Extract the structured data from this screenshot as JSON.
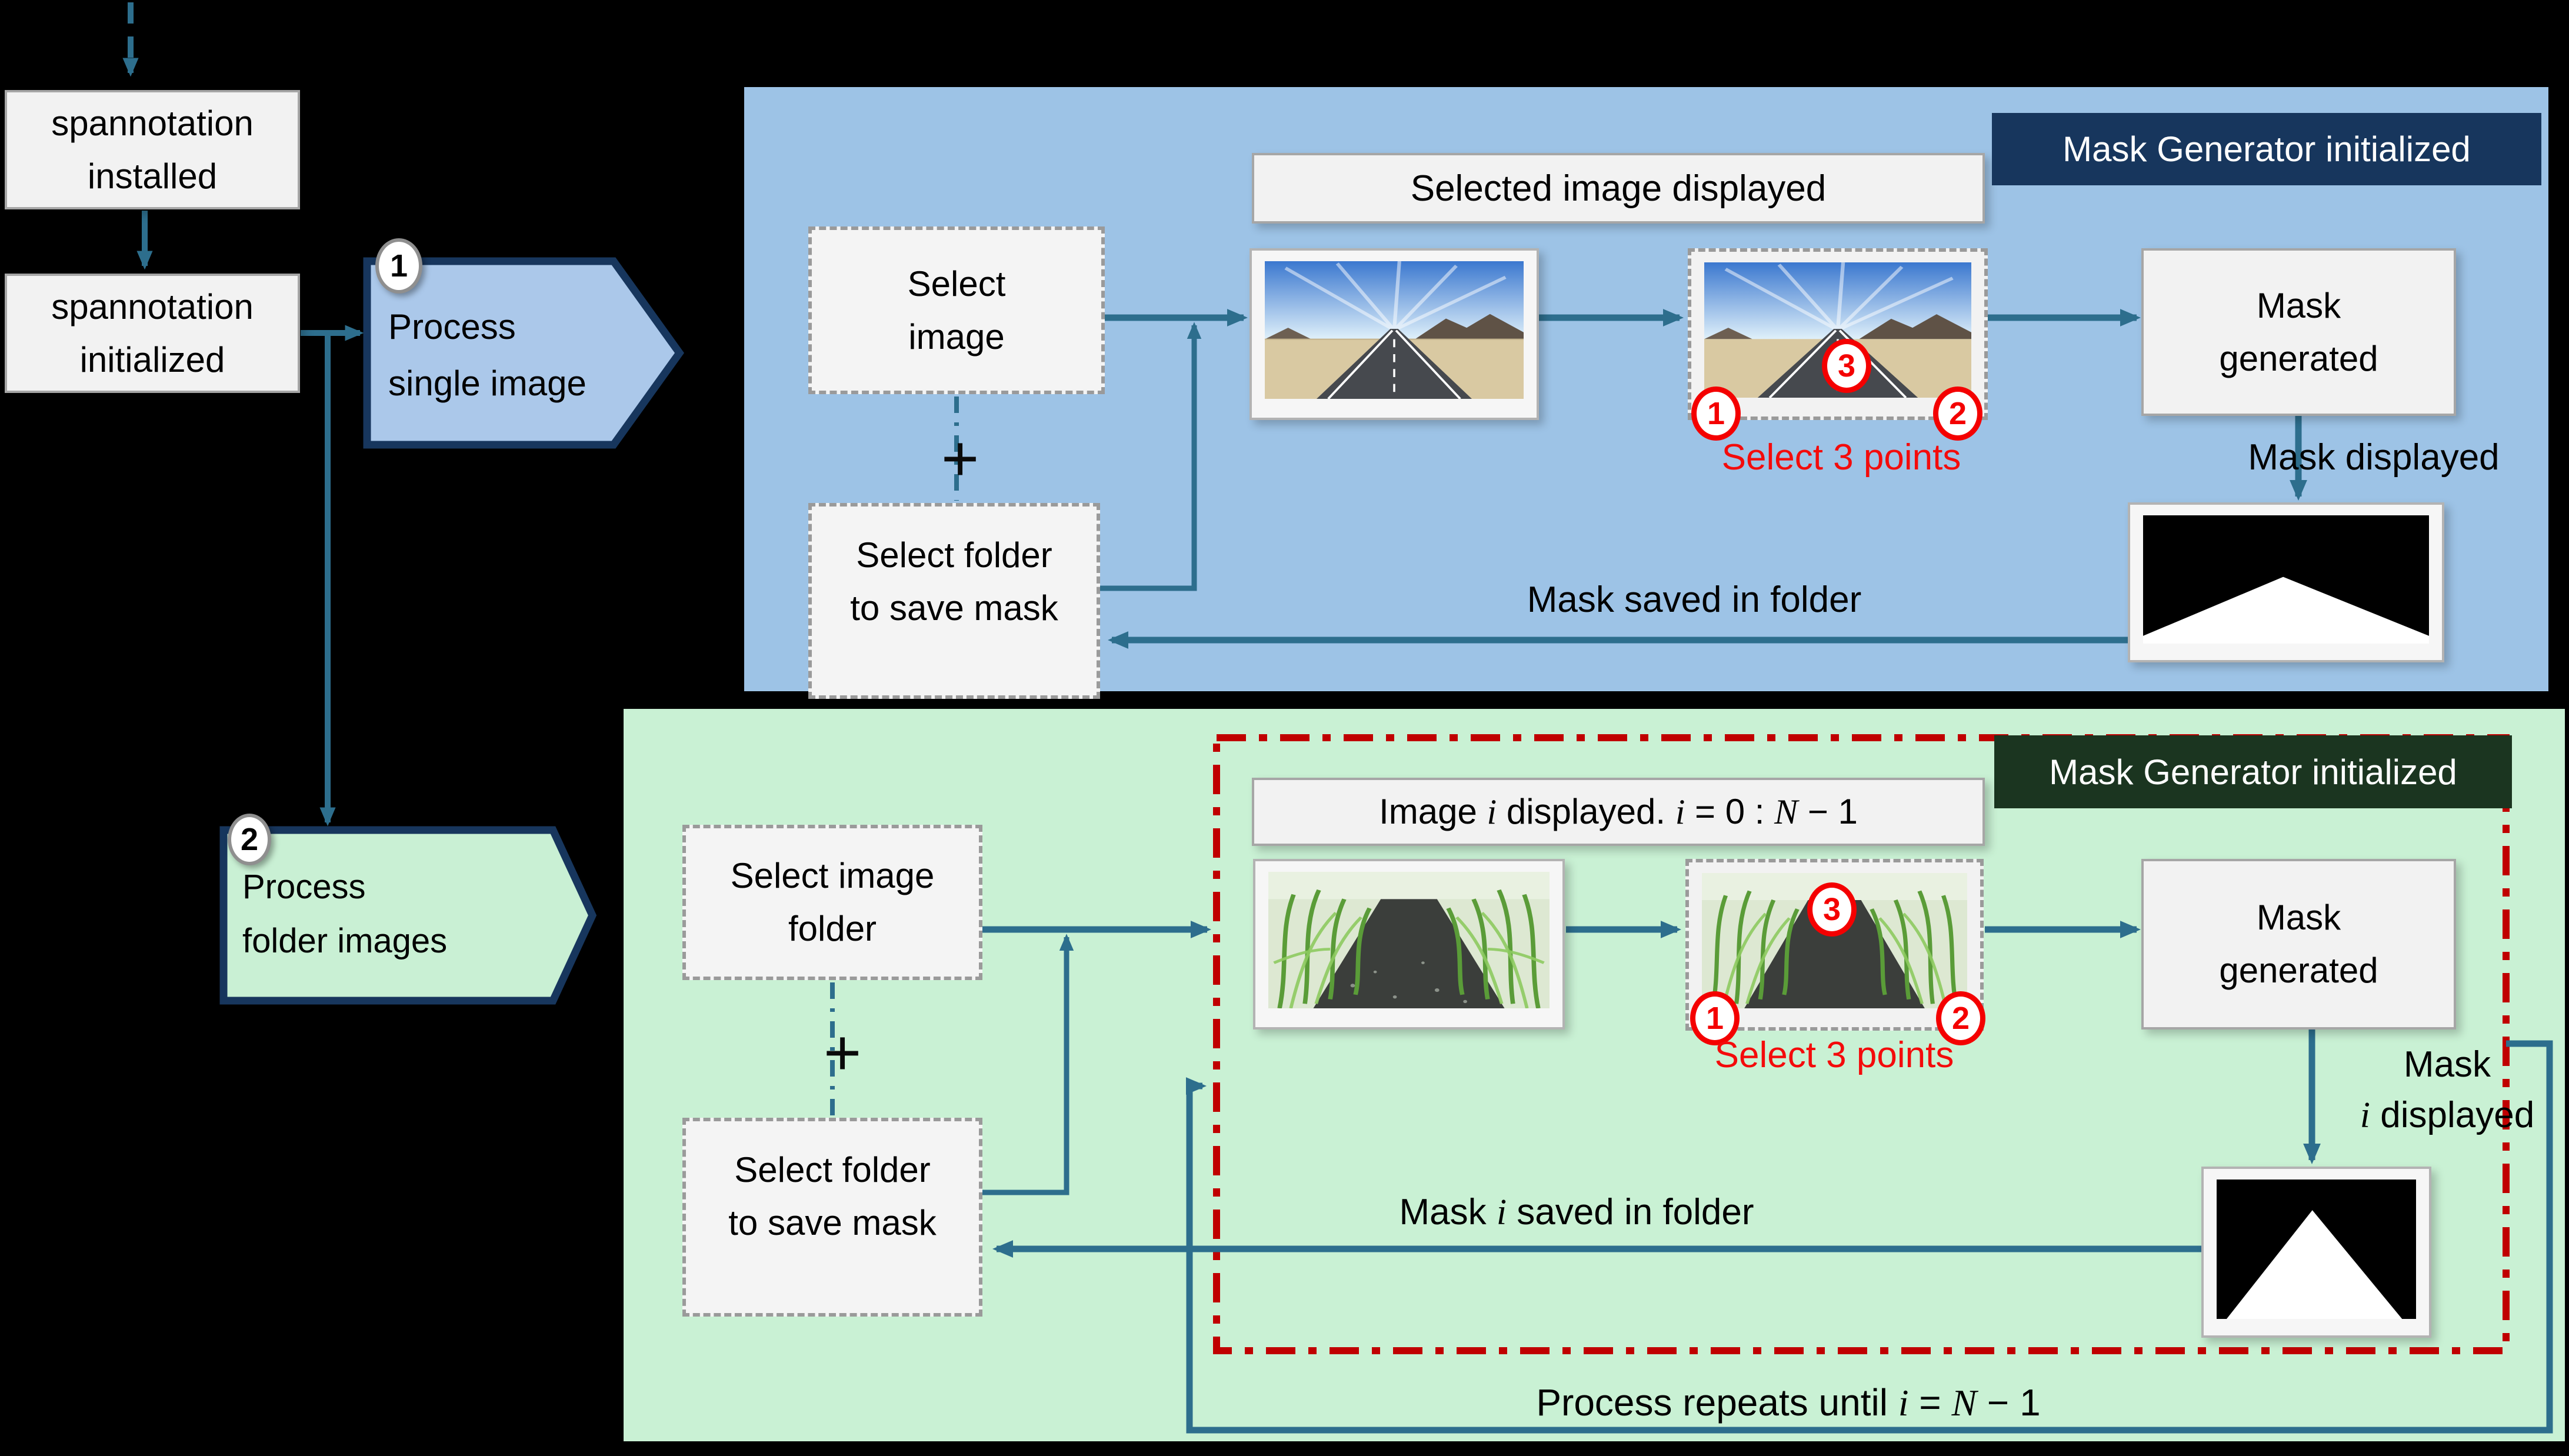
{
  "colors": {
    "background": "#000000",
    "blue_panel": "#9dc3e6",
    "green_panel": "#c9f1d4",
    "navy": "#17365d",
    "dark_green": "#1b3520",
    "arrow": "#2d6e8d",
    "red_accent": "#f40b0b",
    "red_border": "#c00000",
    "node_fill": "#f2f2f2",
    "node_border": "#a6a6a6"
  },
  "setup": {
    "installed_line1": "spannotation",
    "installed_line2": "installed",
    "initialized_line1": "spannotation",
    "initialized_line2": "initialized"
  },
  "steps": {
    "one_badge": "1",
    "one_line1": "Process",
    "one_line2": "single image",
    "two_badge": "2",
    "two_line1": "Process",
    "two_line2": "folder images"
  },
  "single_panel": {
    "header": "Mask Generator initialized",
    "selected_image_label": "Selected image displayed",
    "select_image_line1": "Select",
    "select_image_line2": "image",
    "plus": "+",
    "select_folder_line1": "Select folder",
    "select_folder_line2": "to save mask",
    "select_points": "Select 3 points",
    "point1": "1",
    "point2": "2",
    "point3": "3",
    "mask_generated_line1": "Mask",
    "mask_generated_line2": "generated",
    "mask_displayed": "Mask displayed",
    "mask_saved": "Mask saved in folder"
  },
  "folder_panel": {
    "header": "Mask Generator initialized",
    "image_label": {
      "p1": "Image ",
      "i1": "i",
      "p2": " displayed. ",
      "i2": "i",
      "p3": " = 0 : ",
      "n": "N",
      "p4": " − 1"
    },
    "select_image_folder_line1": "Select image",
    "select_image_folder_line2": "folder",
    "plus": "+",
    "select_folder_line1": "Select folder",
    "select_folder_line2": "to save mask",
    "select_points": "Select 3 points",
    "point1": "1",
    "point2": "2",
    "point3": "3",
    "mask_generated_line1": "Mask",
    "mask_generated_line2": "generated",
    "mask_displayed": {
      "l1": "Mask",
      "i": "i",
      "p2": " displayed"
    },
    "mask_saved": {
      "p1": "Mask ",
      "i": "i",
      "p2": " saved in folder"
    },
    "repeat": {
      "p1": "Process repeats until ",
      "i": "i",
      "p2": " = ",
      "n": "N",
      "p3": " − 1"
    }
  }
}
